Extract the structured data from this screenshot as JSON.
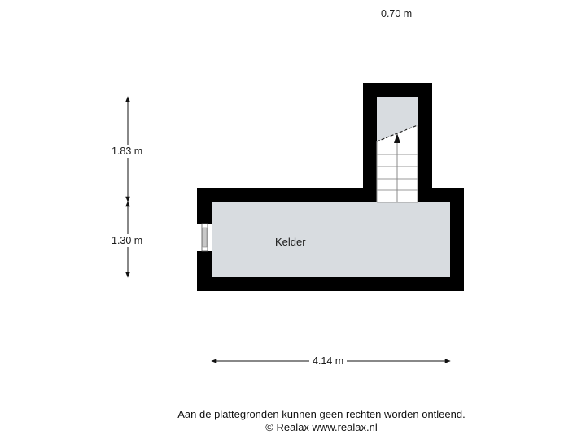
{
  "floorplan": {
    "room": {
      "name": "Kelder",
      "fill_color": "#d8dce0"
    },
    "wall_color": "#000000",
    "dimensions": {
      "top_width": "0.70 m",
      "left_upper_height": "1.83 m",
      "left_lower_height": "1.30 m",
      "bottom_width": "4.14 m"
    },
    "stairs": {
      "direction": "up",
      "tread_count": 5
    },
    "window": {
      "wall": "left"
    }
  },
  "footer": {
    "disclaimer": "Aan de plattegronden kunnen geen rechten worden ontleend.",
    "copyright": "© Realax www.realax.nl"
  }
}
